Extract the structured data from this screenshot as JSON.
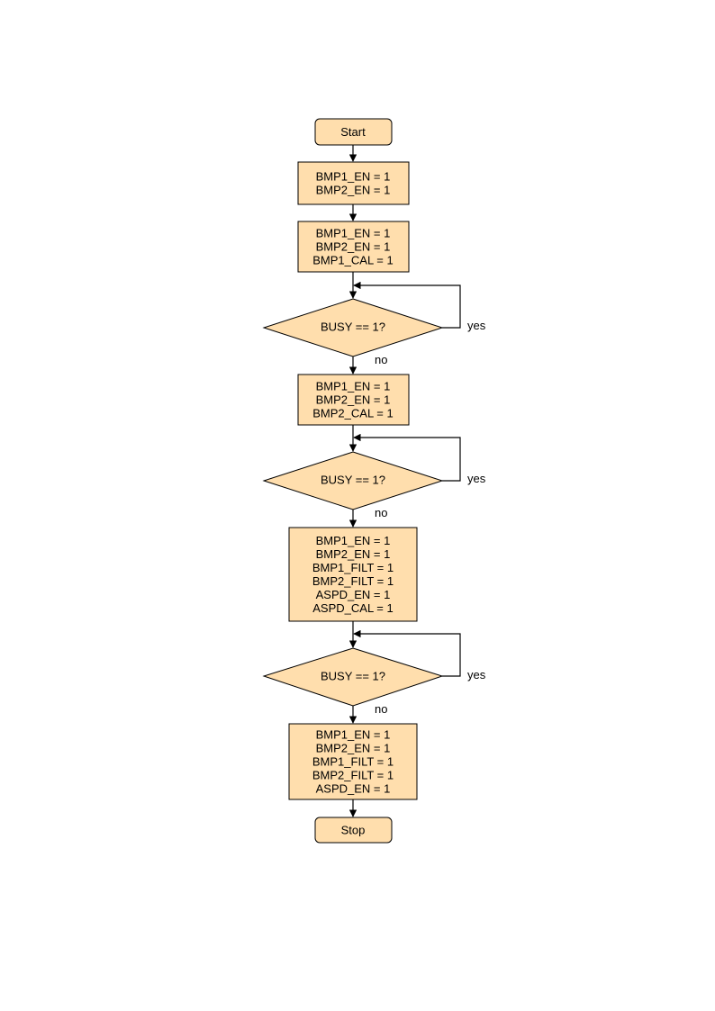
{
  "colors": {
    "fill": "#ffdead",
    "stroke": "#000000",
    "background": "#ffffff"
  },
  "nodes": {
    "start": [
      "Start"
    ],
    "step1": [
      "BMP1_EN = 1",
      "BMP2_EN = 1"
    ],
    "step2": [
      "BMP1_EN = 1",
      "BMP2_EN = 1",
      "BMP1_CAL = 1"
    ],
    "busy1": [
      "BUSY == 1?"
    ],
    "step3": [
      "BMP1_EN = 1",
      "BMP2_EN = 1",
      "BMP2_CAL = 1"
    ],
    "busy2": [
      "BUSY == 1?"
    ],
    "step4": [
      "BMP1_EN = 1",
      "BMP2_EN = 1",
      "BMP1_FILT = 1",
      "BMP2_FILT = 1",
      "ASPD_EN = 1",
      "ASPD_CAL = 1"
    ],
    "busy3": [
      "BUSY == 1?"
    ],
    "step5": [
      "BMP1_EN = 1",
      "BMP2_EN = 1",
      "BMP1_FILT = 1",
      "BMP2_FILT = 1",
      "ASPD_EN = 1"
    ],
    "stop": [
      "Stop"
    ]
  },
  "edge_labels": {
    "yes": "yes",
    "no": "no"
  }
}
